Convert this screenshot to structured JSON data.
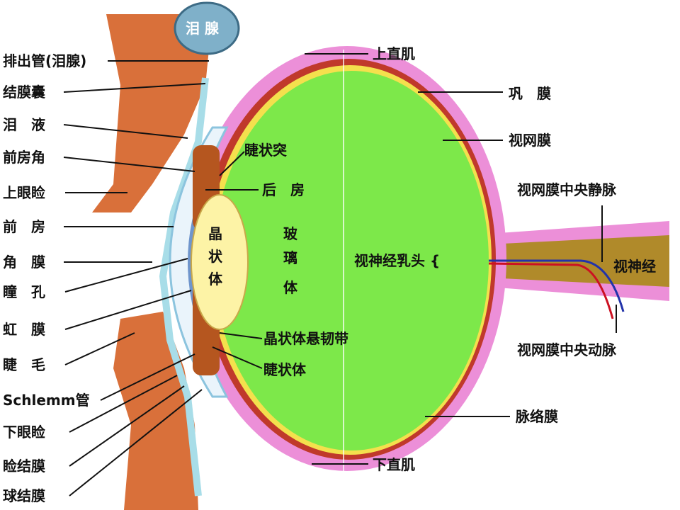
{
  "title": "眼球结构",
  "gland_label": "泪 腺",
  "left_labels": [
    "排出管(泪腺)",
    "结膜囊",
    "泪　液",
    "前房角",
    "上眼睑",
    "前　房",
    "角　膜",
    "瞳　孔",
    "虹　膜",
    "睫　毛",
    "Schlemm管",
    "下眼睑",
    "睑结膜",
    "球结膜"
  ],
  "inner_labels": {
    "lens": "晶\n状\n体",
    "lens_chars": [
      "晶",
      "状",
      "体"
    ],
    "vitreous_chars": [
      "玻",
      "璃",
      "体"
    ],
    "ciliary_process": "睫状突",
    "posterior_chamber": "后　房",
    "zonule": "晶状体悬韧带",
    "ciliary_body": "睫状体",
    "optic_disc": "视神经乳头 {"
  },
  "right_labels": {
    "superior_rectus": "上直肌",
    "sclera": "巩　膜",
    "retina": "视网膜",
    "central_vein": "视网膜中央静脉",
    "optic_nerve": "视神经",
    "central_artery": "视网膜中央动脉",
    "choroid": "脉络膜",
    "inferior_rectus": "下直肌"
  },
  "colors": {
    "sclera": "#ec8fd8",
    "choroid": "#c0392b",
    "retina": "#f4e04d",
    "vitreous": "#7de84a",
    "lens": "#fdf3a6",
    "tissue": "#c8622a"
  }
}
